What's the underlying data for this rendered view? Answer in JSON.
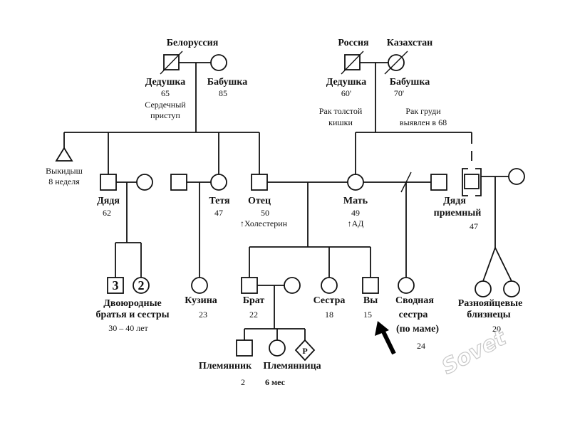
{
  "paternal": {
    "country": "Белоруссия",
    "grandfather": {
      "label": "Дедушка",
      "age": "65",
      "note1": "Сердечный",
      "note2": "приступ"
    },
    "grandmother": {
      "label": "Бабушка",
      "age": "85"
    }
  },
  "maternal": {
    "country_gf": "Россия",
    "country_gm": "Казахстан",
    "grandfather": {
      "label": "Дедушка",
      "age": "60'",
      "note1": "Рак толстой",
      "note2": "кишки"
    },
    "grandmother": {
      "label": "Бабушка",
      "age": "70'",
      "note1": "Рак груди",
      "note2": "выявлен в 68"
    }
  },
  "miscarriage": {
    "label": "Выкидыш",
    "note": "8 неделя"
  },
  "uncle": {
    "label": "Дядя",
    "age": "62"
  },
  "cousins": {
    "count_male": "3",
    "count_female": "2",
    "label1": "Двоюродные",
    "label2": "братья и сестры",
    "ages": "30 – 40 лет"
  },
  "aunt": {
    "label": "Тетя",
    "age": "47"
  },
  "female_cousin": {
    "label": "Кузина",
    "age": "23"
  },
  "father": {
    "label": "Отец",
    "age": "50",
    "note": "↑Холестерин"
  },
  "mother": {
    "label": "Мать",
    "age": "49",
    "note": "↑АД"
  },
  "adopted_uncle": {
    "label1": "Дядя",
    "label2": "приемный",
    "age": "47"
  },
  "twins": {
    "label1": "Разнояйцевые",
    "label2": "близнецы",
    "age": "20"
  },
  "brother": {
    "label": "Брат",
    "age": "22"
  },
  "sister": {
    "label": "Сестра",
    "age": "18"
  },
  "you": {
    "label": "Вы",
    "age": "15"
  },
  "half_sister": {
    "label1": "Сводная",
    "label2": "сестра",
    "label3": "(по маме)",
    "age": "24"
  },
  "nephew": {
    "label": "Племянник",
    "age": "2"
  },
  "niece": {
    "label": "Племянница",
    "age": "6 мес"
  },
  "pregnancy": {
    "marker": "P"
  },
  "watermark": "Sovet"
}
